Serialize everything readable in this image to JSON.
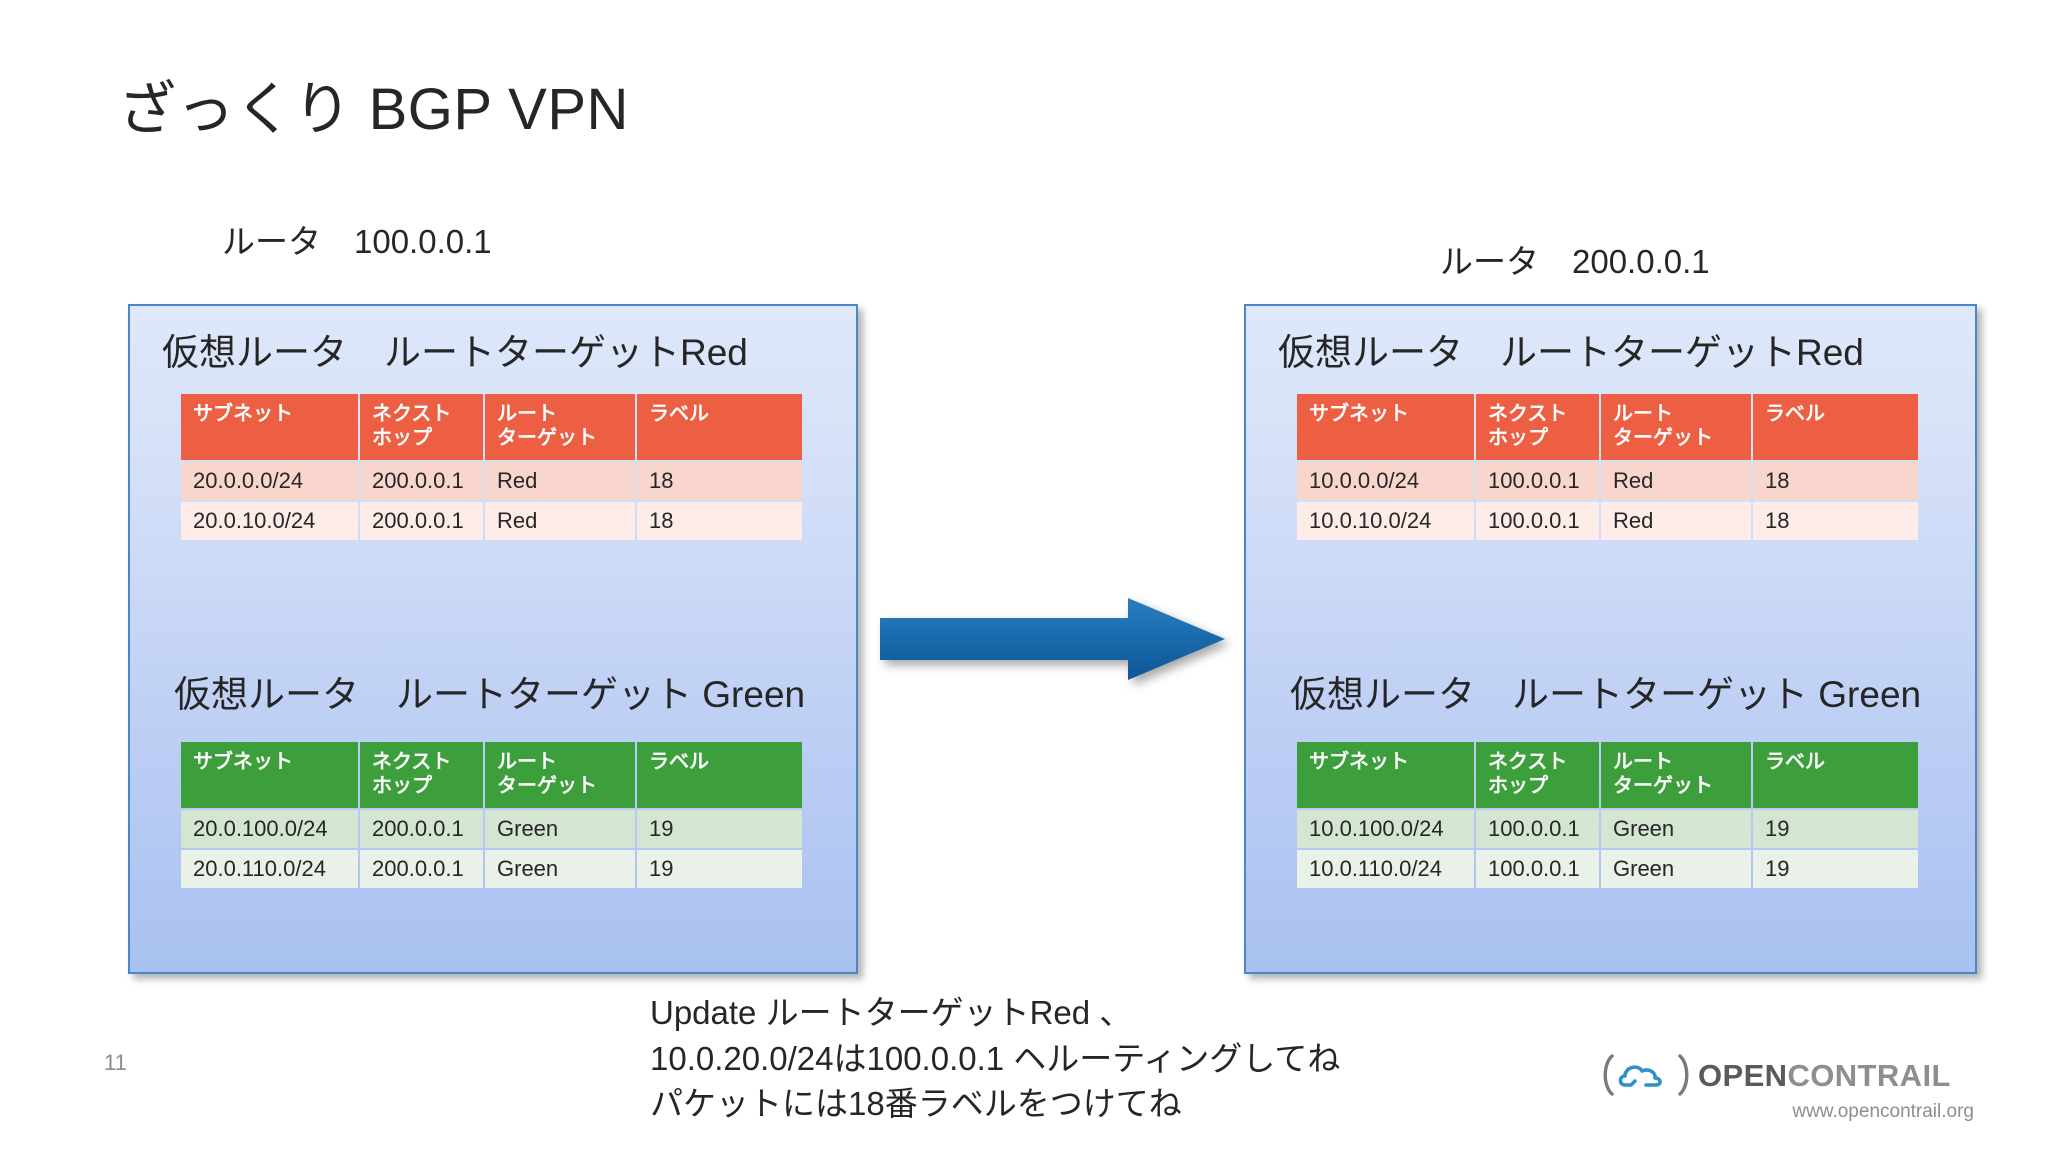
{
  "slide": {
    "title": "ざっくり BGP VPN",
    "page_number": "11"
  },
  "routers": [
    {
      "caption": "ルータ　100.0.0.1",
      "vrfs": [
        {
          "heading": "仮想ルータ　ルートターゲットRed",
          "accent": "#ec5f43",
          "columns": [
            {
              "line1": "サブネット",
              "line2": ""
            },
            {
              "line1": "ネクスト",
              "line2": "ホップ"
            },
            {
              "line1": "ルート",
              "line2": "ターゲット"
            },
            {
              "line1": "ラベル",
              "line2": ""
            }
          ],
          "rows": [
            [
              "20.0.0.0/24",
              "200.0.0.1",
              "Red",
              "18"
            ],
            [
              "20.0.10.0/24",
              "200.0.0.1",
              "Red",
              "18"
            ]
          ]
        },
        {
          "heading": "仮想ルータ　ルートターゲット Green",
          "accent": "#3d9f3c",
          "columns": [
            {
              "line1": "サブネット",
              "line2": ""
            },
            {
              "line1": "ネクスト",
              "line2": "ホップ"
            },
            {
              "line1": "ルート",
              "line2": "ターゲット"
            },
            {
              "line1": "ラベル",
              "line2": ""
            }
          ],
          "rows": [
            [
              "20.0.100.0/24",
              "200.0.0.1",
              "Green",
              "19"
            ],
            [
              "20.0.110.0/24",
              "200.0.0.1",
              "Green",
              "19"
            ]
          ]
        }
      ]
    },
    {
      "caption": "ルータ　200.0.0.1",
      "vrfs": [
        {
          "heading": "仮想ルータ　ルートターゲットRed",
          "accent": "#ec5f43",
          "columns": [
            {
              "line1": "サブネット",
              "line2": ""
            },
            {
              "line1": "ネクスト",
              "line2": "ホップ"
            },
            {
              "line1": "ルート",
              "line2": "ターゲット"
            },
            {
              "line1": "ラベル",
              "line2": ""
            }
          ],
          "rows": [
            [
              "10.0.0.0/24",
              "100.0.0.1",
              "Red",
              "18"
            ],
            [
              "10.0.10.0/24",
              "100.0.0.1",
              "Red",
              "18"
            ]
          ]
        },
        {
          "heading": "仮想ルータ　ルートターゲット Green",
          "accent": "#3d9f3c",
          "columns": [
            {
              "line1": "サブネット",
              "line2": ""
            },
            {
              "line1": "ネクスト",
              "line2": "ホップ"
            },
            {
              "line1": "ルート",
              "line2": "ターゲット"
            },
            {
              "line1": "ラベル",
              "line2": ""
            }
          ],
          "rows": [
            [
              "10.0.100.0/24",
              "100.0.0.1",
              "Green",
              "19"
            ],
            [
              "10.0.110.0/24",
              "100.0.0.1",
              "Green",
              "19"
            ]
          ]
        }
      ]
    }
  ],
  "arrow": {
    "icon": "arrow-right-icon",
    "color": "#1f6cb0",
    "direction": "right"
  },
  "update_caption": {
    "line1": "Update ルートターゲットRed 、",
    "line2": "10.0.20.0/24は100.0.0.1 ヘルーティングしてね",
    "line3": "パケットには18番ラベルをつけてね"
  },
  "logo": {
    "mark": "cloud-in-parentheses-icon",
    "word_primary": "OPEN",
    "word_secondary": "CONTRAIL",
    "url": "www.opencontrail.org",
    "cloud_color": "#2e8fc9",
    "text_color": "#5a5a5a"
  }
}
